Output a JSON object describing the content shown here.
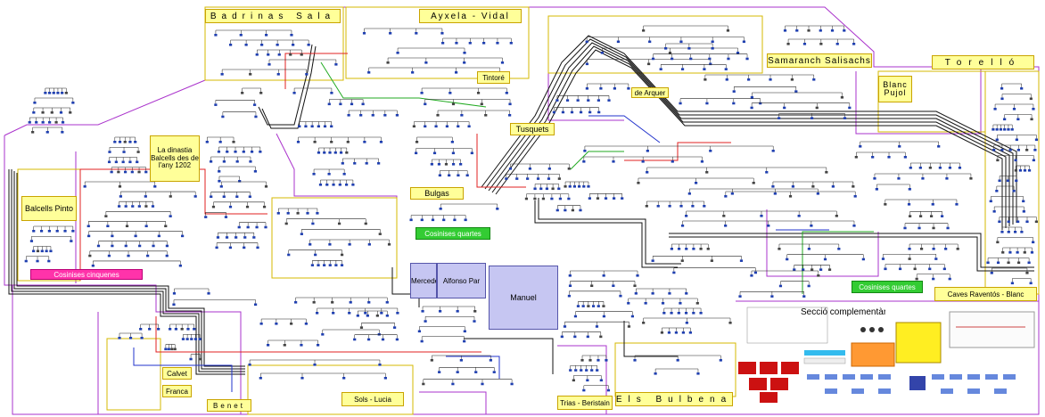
{
  "colors": {
    "box_yellow": "#ffff99",
    "box_green": "#33cc33",
    "box_magenta": "#ff33aa",
    "box_blue": "#c6c6f2",
    "line_purple": "#aa33cc",
    "line_black": "#111111",
    "line_red": "#e02020",
    "line_green": "#22aa22",
    "line_blue": "#2233cc",
    "node_blue": "#1f3fb0"
  },
  "labels": {
    "badrinas_sala": "Badrinas Sala",
    "ayxela_vidal": "Ayxela - Vidal",
    "samaranch_salisachs": "Samaranch Salisachs",
    "torello": "Torelló",
    "blanc_pujol": "Blanc Pujol",
    "tintore": "Tintoré",
    "de_arquer": "de Arquer",
    "tusquets": "Tusquets",
    "bulgas": "Bulgas",
    "la_dinastia": "La dinastia Balcells des de l'any 1202",
    "balcells_pinto": "Balcells Pinto",
    "cosinises_cinquenes": "Cosinises cinquenes",
    "cosinises_quartes_1": "Cosinises quartes",
    "cosinises_quartes_2": "Cosinises quartes",
    "caves_raventos": "Caves Raventós - Blanc",
    "mercedes": "Mercedes",
    "alfonso_par": "Alfonso Par",
    "manuel": "Manuel",
    "calvet": "Calvet",
    "franca": "Franca",
    "benet": "Benet",
    "sols_lucia": "Sols - Lucia",
    "trias_beristain": "Trias - Beristain",
    "els_bulbena": "Els Bulbena",
    "seccio_complementaria": "Secció complementària"
  }
}
